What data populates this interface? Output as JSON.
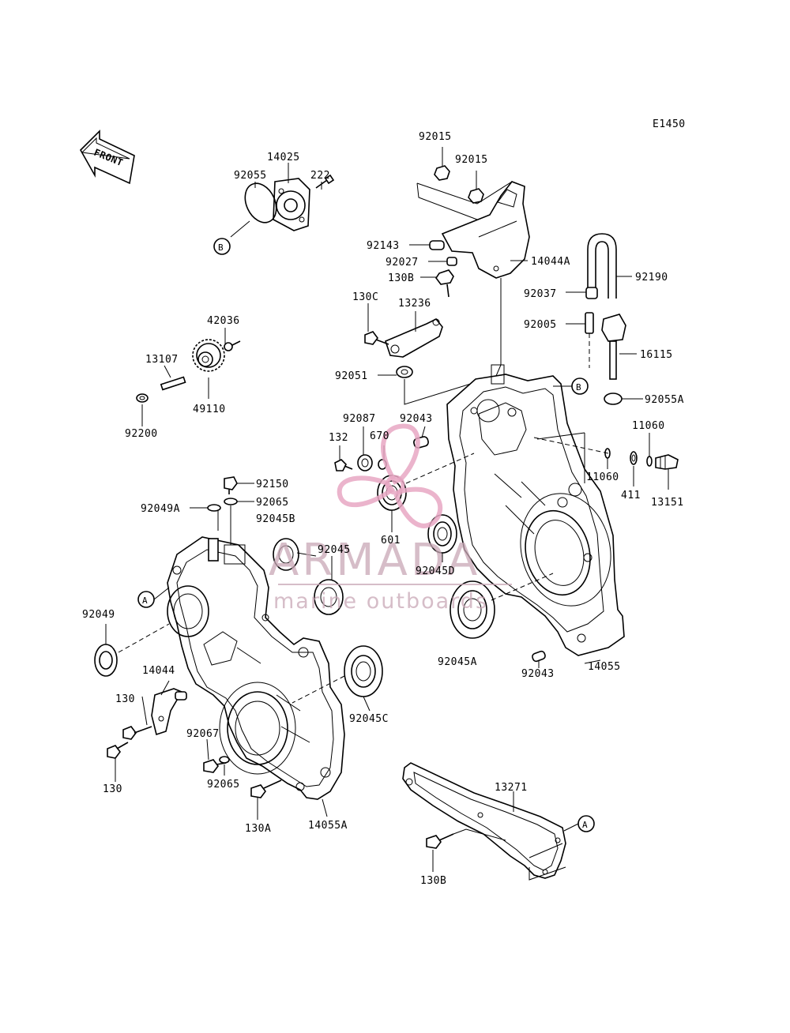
{
  "diagram_code": "E1450",
  "front_label": "FRONT",
  "watermark": {
    "brand": "ARMADA",
    "tagline": "marine outboards",
    "color": "#e7a7c3"
  },
  "refs": {
    "a": "A",
    "b": "B"
  },
  "parts": {
    "p92015a": "92015",
    "p92015b": "92015",
    "p14025": "14025",
    "p92055": "92055",
    "p222": "222",
    "p92143": "92143",
    "p92027": "92027",
    "p14044a": "14044A",
    "p130b_top": "130B",
    "p92190": "92190",
    "p92037": "92037",
    "p92005": "92005",
    "p130c": "130C",
    "p13236": "13236",
    "p16115": "16115",
    "p42036": "42036",
    "p13107": "13107",
    "p49110": "49110",
    "p92200": "92200",
    "p92051": "92051",
    "p92055a": "92055A",
    "p92087": "92087",
    "p92043_top": "92043",
    "p11060_right": "11060",
    "p132": "132",
    "p670": "670",
    "p11060_mid": "11060",
    "p411": "411",
    "p13151": "13151",
    "p92150": "92150",
    "p92049a": "92049A",
    "p92065_top": "92065",
    "p92045b": "92045B",
    "p601": "601",
    "p92045_top": "92045",
    "p92045d": "92045D",
    "p92049": "92049",
    "p14044": "14044",
    "p130_mid": "130",
    "p92045a": "92045A",
    "p92043_bot": "92043",
    "p14055": "14055",
    "p92045c": "92045C",
    "p92067": "92067",
    "p130_bot": "130",
    "p92065_bot": "92065",
    "p130a": "130A",
    "p14055a": "14055A",
    "p13271": "13271",
    "p130b_bot": "130B"
  }
}
